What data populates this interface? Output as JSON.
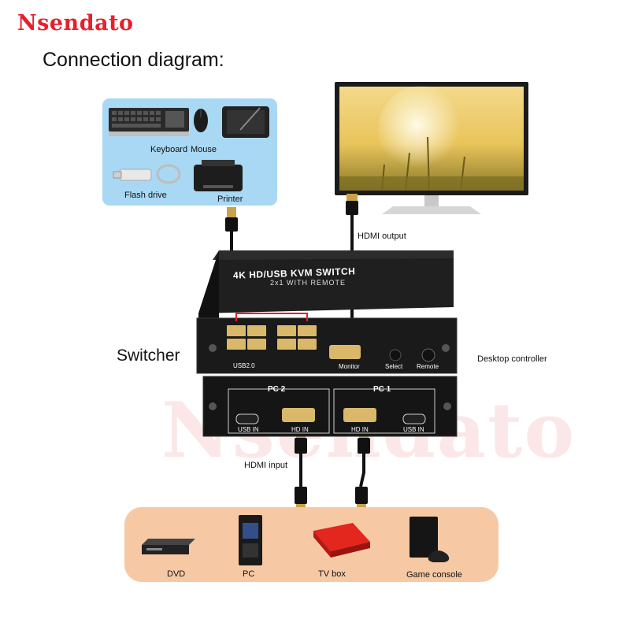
{
  "brand": "Nsendato",
  "title": "Connection diagram:",
  "watermark": "Nsendato",
  "peripherals": {
    "keyboard": "Keyboard",
    "mouse": "Mouse",
    "flash_drive": "Flash drive",
    "printer": "Printer"
  },
  "monitor_link": "HDMI  output",
  "switcher_label": "Switcher",
  "desktop_controller": "Desktop controller",
  "hdmi_input": "HDMI input",
  "device": {
    "top_line": "4K HD/USB KVM SWITCH",
    "sub_line": "2x1 WITH REMOTE",
    "front_ports": {
      "usb": "USB2.0",
      "monitor": "Monitor",
      "select": "Select",
      "remote": "Remote"
    },
    "back": {
      "pc2": "PC 2",
      "pc1": "PC 1",
      "usb_in_left": "USB IN",
      "hd_in_left": "HD IN",
      "hd_in_right": "HD IN",
      "usb_in_right": "USB IN"
    }
  },
  "sources": {
    "dvd": "DVD",
    "pc": "PC",
    "tv_box": "TV box",
    "game_console": "Game console"
  },
  "colors": {
    "brand_red": "#e8202a",
    "panel_blue": "#a8d8f3",
    "panel_orange": "#f6c9a4",
    "device_black": "#1a1a1a"
  }
}
